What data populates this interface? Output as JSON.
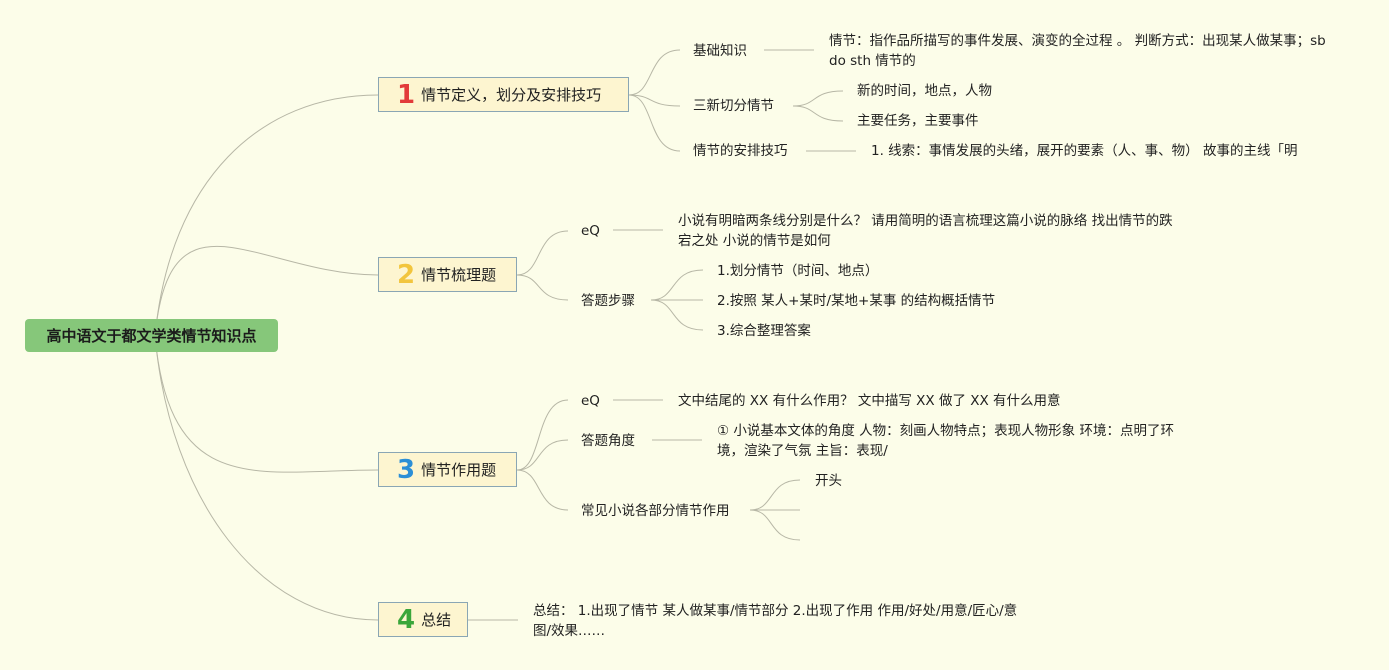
{
  "root": "高中语文于都文学类情节知识点",
  "colors": {
    "background": "#fcfde9",
    "root": "#86c77a",
    "topic": "#fdf5d0",
    "line": "#b7b7a6"
  },
  "topics": [
    {
      "num": "1",
      "num_color": "#e23a3a",
      "label": "情节定义，划分及安排技巧",
      "children": [
        {
          "label": "基础知识",
          "detail": "情节：指作品所描写的事件发展、演变的全过程 。 判断方式：出现某人做某事；sb do sth 情节的"
        },
        {
          "label": "三新切分情节",
          "items": [
            "新的时间，地点，人物",
            "主要任务，主要事件"
          ]
        },
        {
          "label": "情节的安排技巧",
          "detail": "1. 线索：事情发展的头绪，展开的要素（人、事、物） 故事的主线「明"
        }
      ]
    },
    {
      "num": "2",
      "num_color": "#f2c53d",
      "label": "情节梳理题",
      "children": [
        {
          "label": "eQ",
          "detail": "小说有明暗两条线分别是什么？ 请用简明的语言梳理这篇小说的脉络 找出情节的跌宕之处 小说的情节是如何"
        },
        {
          "label": "答题步骤",
          "items": [
            "1.划分情节（时间、地点）",
            "2.按照 某人+某时/某地+某事 的结构概括情节",
            "3.综合整理答案"
          ]
        }
      ]
    },
    {
      "num": "3",
      "num_color": "#2c8fd6",
      "label": "情节作用题",
      "children": [
        {
          "label": "eQ",
          "detail": "文中结尾的 XX 有什么作用？ 文中描写 XX 做了 XX 有什么用意"
        },
        {
          "label": "答题角度",
          "detail": "① 小说基本文体的角度 人物：刻画人物特点；表现人物形象 环境：点明了环境，渲染了气氛 主旨：表现/"
        },
        {
          "label": "常见小说各部分情节作用",
          "items": [
            "开头",
            "",
            ""
          ]
        }
      ]
    },
    {
      "num": "4",
      "num_color": "#3aa63a",
      "label": "总结",
      "detail": "总结： 1.出现了情节 某人做某事/情节部分 2.出现了作用 作用/好处/用意/匠心/意图/效果……"
    }
  ]
}
